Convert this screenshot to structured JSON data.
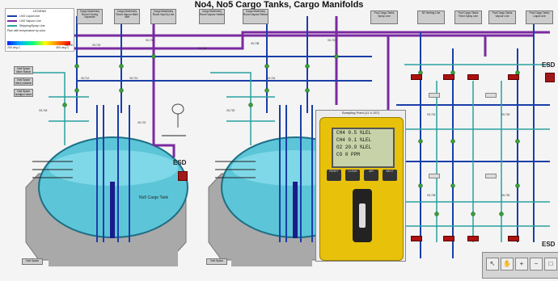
{
  "title": "No4, No5 Cargo Tanks, Cargo Manifolds",
  "legend": {
    "heading": "LEGEND",
    "items": [
      {
        "label": "LNG Liquid Line",
        "color": "#1a3ea8"
      },
      {
        "label": "LNG Vapour Line",
        "color": "#7a2aa0"
      },
      {
        "label": "Stripping/Spray Line",
        "color": "#2aa0a0"
      }
    ],
    "temp_heading": "Pipe with temperature by color",
    "temp_min": "200 deg C",
    "temp_max": "300 deg C"
  },
  "header_buttons": [
    "Cargo Machinery Room Forcing Vaporiser",
    "Cargo Machinery Room Vapour Main Inlet",
    "Cargo Machinery Room Vap Eq Line",
    "Cargo Machinery Room Vapour Heater",
    "Cargo Machinery Room Vapour Return",
    "Fwd Cargo Tanks Spray Line",
    "N2 Venting Line",
    "Fwd Cargo Tanks Fixed Spray Line",
    "Fwd Cargo Tanks Vapour Line",
    "Fwd Cargo Tanks Liquid Line"
  ],
  "left_buttons": [
    "Void Space Valve Station",
    "Void Space Valve Isolation Valve",
    "Void Space Isolation Valve Drain"
  ],
  "tank_label": "No5 Cargo Tank",
  "void_label": "Void Space",
  "esd_label": "ESD",
  "sampling_point": {
    "title": "Sampling Point (11 V-157)",
    "readings": [
      {
        "name": "CH4",
        "value": "0.5",
        "unit": "%LEL"
      },
      {
        "name": "CH4",
        "value": "0.1",
        "unit": "%LEL"
      },
      {
        "name": "O2",
        "value": "20.9",
        "unit": "%LEL"
      },
      {
        "name": "CO",
        "value": "0",
        "unit": "PPM"
      }
    ],
    "keys": [
      "RESET",
      "CLEAR",
      "AIR",
      "NEXT"
    ]
  },
  "zoom_tools": [
    "arrow-icon",
    "hand-icon",
    "zoom-in-icon",
    "zoom-out-icon",
    "fit-icon"
  ],
  "valve_labels": [
    "V5-700",
    "V5-702",
    "V5-704",
    "V5-706",
    "V5-708",
    "V5-710",
    "V5-712",
    "V5-714",
    "V5-716",
    "V5-718",
    "V5-720",
    "V5-722",
    "V5-724",
    "V5-726",
    "V5-728",
    "V5-730"
  ]
}
